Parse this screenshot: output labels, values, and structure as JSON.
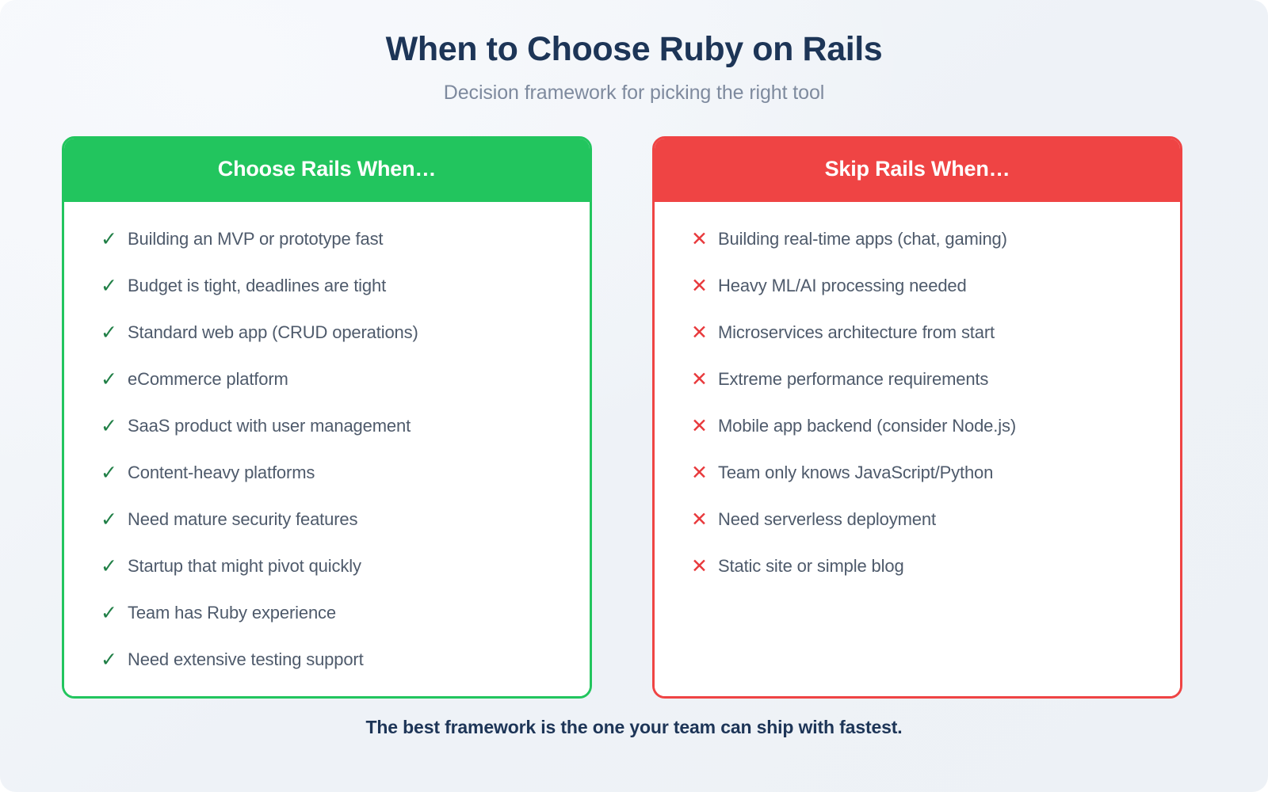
{
  "header": {
    "title": "When to Choose Ruby on Rails",
    "subtitle": "Decision framework for picking the right tool"
  },
  "colors": {
    "good": "#22c55e",
    "bad": "#ef4444",
    "title": "#1d3557",
    "subtitle": "#7e8a9e",
    "item_text": "#4e5a6b",
    "check": "#207f46",
    "cross": "#e8393c",
    "background": "#eef2f7",
    "card_background": "#ffffff"
  },
  "columns": [
    {
      "id": "choose",
      "heading": "Choose Rails When…",
      "marker": "✓",
      "marker_name": "check-icon",
      "items": [
        "Building an MVP or prototype fast",
        "Budget is tight, deadlines are tight",
        "Standard web app (CRUD operations)",
        "eCommerce platform",
        "SaaS product with user management",
        "Content-heavy platforms",
        "Need mature security features",
        "Startup that might pivot quickly",
        "Team has Ruby experience",
        "Need extensive testing support"
      ]
    },
    {
      "id": "skip",
      "heading": "Skip Rails When…",
      "marker": "✕",
      "marker_name": "cross-icon",
      "items": [
        "Building real-time apps (chat, gaming)",
        "Heavy ML/AI processing needed",
        "Microservices architecture from start",
        "Extreme performance requirements",
        "Mobile app backend (consider Node.js)",
        "Team only knows JavaScript/Python",
        "Need serverless deployment",
        "Static site or simple blog"
      ]
    }
  ],
  "footer": {
    "text": "The best framework is the one your team can ship with fastest."
  }
}
